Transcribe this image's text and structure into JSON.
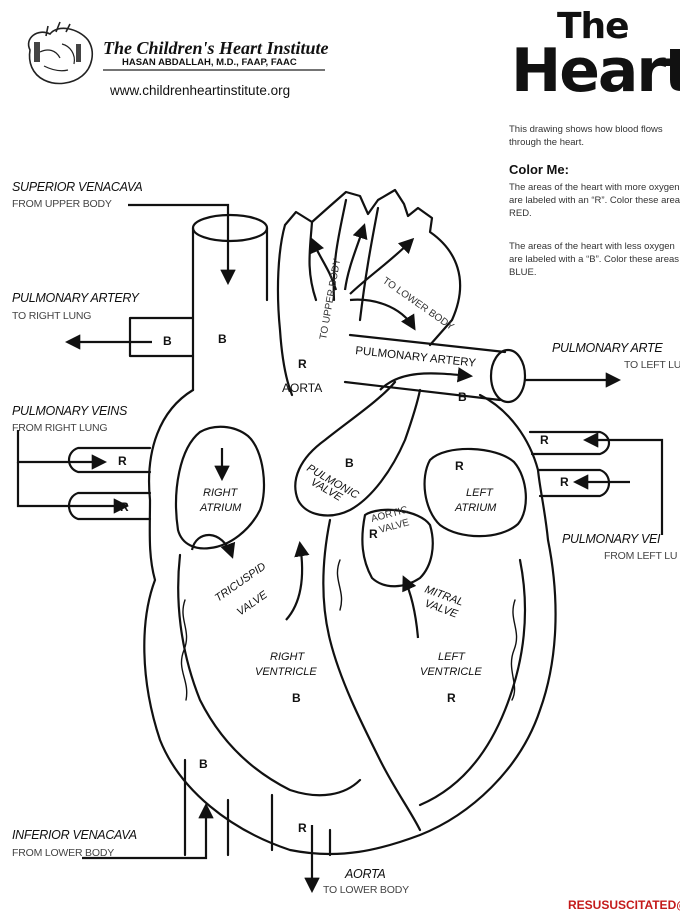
{
  "header": {
    "institute": "The Children's Heart Institute",
    "doctor": "HASAN ABDALLAH, M.D., FAAP, FAAC",
    "url": "www.childrenheartinstitute.org"
  },
  "title": {
    "line1": "The",
    "line2": "Heart"
  },
  "intro": "This drawing shows how blood flows through the heart.",
  "color_me": {
    "heading": "Color Me:",
    "red_text": "The areas of the heart with more oxygen are labeled with an “R”. Color these areas RED.",
    "blue_text": "The areas of the heart with less oxygen are labeled with a “B”. Color these areas BLUE."
  },
  "outer_labels": {
    "superior_venacava": {
      "name": "SUPERIOR VENACAVA",
      "sub": "FROM UPPER BODY"
    },
    "pulmonary_artery_right": {
      "name": "PULMONARY ARTERY",
      "sub": "TO RIGHT LUNG"
    },
    "pulmonary_veins_right": {
      "name": "PULMONARY VEINS",
      "sub": "FROM RIGHT LUNG"
    },
    "pulmonary_artery_left": {
      "name": "PULMONARY ARTE",
      "sub": "TO LEFT LU"
    },
    "pulmonary_veins_left": {
      "name": "PULMONARY VEI",
      "sub": "FROM LEFT LU"
    },
    "inferior_venacava": {
      "name": "INFERIOR VENACAVA",
      "sub": "FROM LOWER BODY"
    },
    "aorta_bottom": {
      "name": "AORTA",
      "sub": "TO LOWER BODY"
    }
  },
  "inner_labels": {
    "aorta": "AORTA",
    "pulmonary_artery": "PULMONARY ARTERY",
    "to_upper_body": "TO UPPER BODY",
    "to_lower_body": "TO LOWER BODY",
    "pulmonic_valve_1": "PULMONIC",
    "pulmonic_valve_2": "VALVE",
    "right_atrium_1": "RIGHT",
    "right_atrium_2": "ATRIUM",
    "left_atrium_1": "LEFT",
    "left_atrium_2": "ATRIUM",
    "aortic_valve_1": "AORTIC",
    "aortic_valve_2": "VALVE",
    "tricuspid_valve_1": "TRICUSPID",
    "tricuspid_valve_2": "VALVE",
    "mitral_valve_1": "MITRAL",
    "mitral_valve_2": "VALVE",
    "right_ventricle_1": "RIGHT",
    "right_ventricle_2": "VENTRICLE",
    "left_ventricle_1": "LEFT",
    "left_ventricle_2": "VENTRICLE"
  },
  "markers": {
    "red": "R",
    "blue": "B"
  },
  "watermark": "RESUSUSCITATED@"
}
